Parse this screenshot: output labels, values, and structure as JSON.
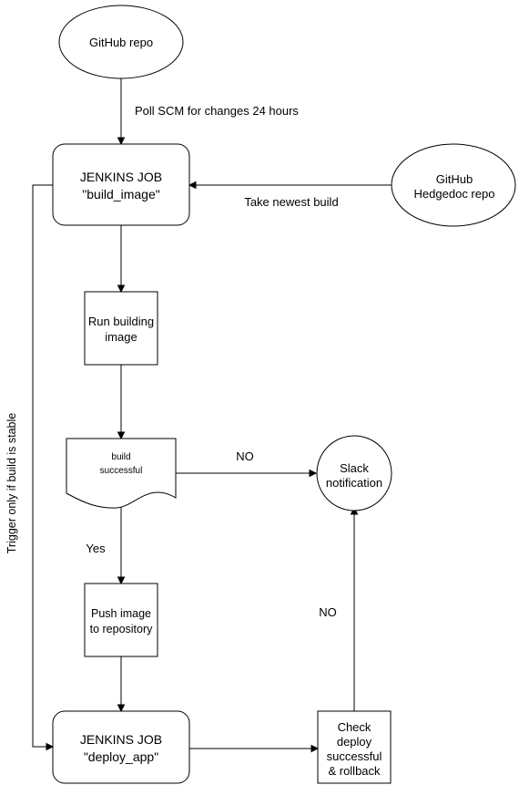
{
  "diagram": {
    "nodes": {
      "github_repo": {
        "label": "GitHub repo",
        "shape": "ellipse"
      },
      "hedgedoc_repo": {
        "label_lines": [
          "GitHub",
          "Hedgedoc repo"
        ],
        "shape": "ellipse"
      },
      "job_build_image": {
        "label_lines": [
          "JENKINS JOB",
          "\"build_image\""
        ],
        "shape": "rounded-rect"
      },
      "run_building_image": {
        "label_lines": [
          "Run building",
          "image"
        ],
        "shape": "rect"
      },
      "build_successful": {
        "label_lines": [
          "build",
          "successful"
        ],
        "shape": "document"
      },
      "slack_notification": {
        "label_lines": [
          "Slack",
          "notification"
        ],
        "shape": "circle"
      },
      "push_image": {
        "label_lines": [
          "Push image",
          "to repository"
        ],
        "shape": "rect"
      },
      "job_deploy_app": {
        "label_lines": [
          "JENKINS JOB",
          "\"deploy_app\""
        ],
        "shape": "rounded-rect"
      },
      "check_deploy": {
        "label_lines": [
          "Check",
          "deploy",
          "successful",
          "& rollback"
        ],
        "shape": "rect"
      }
    },
    "edges": {
      "poll_scm": {
        "label": "Poll SCM for changes 24 hours"
      },
      "take_newest_build": {
        "label": "Take newest build"
      },
      "build_no": {
        "label": "NO"
      },
      "build_yes": {
        "label": "Yes"
      },
      "deploy_no": {
        "label": "NO"
      },
      "trigger_stable": {
        "label": "Trigger only if build is stable"
      }
    }
  }
}
